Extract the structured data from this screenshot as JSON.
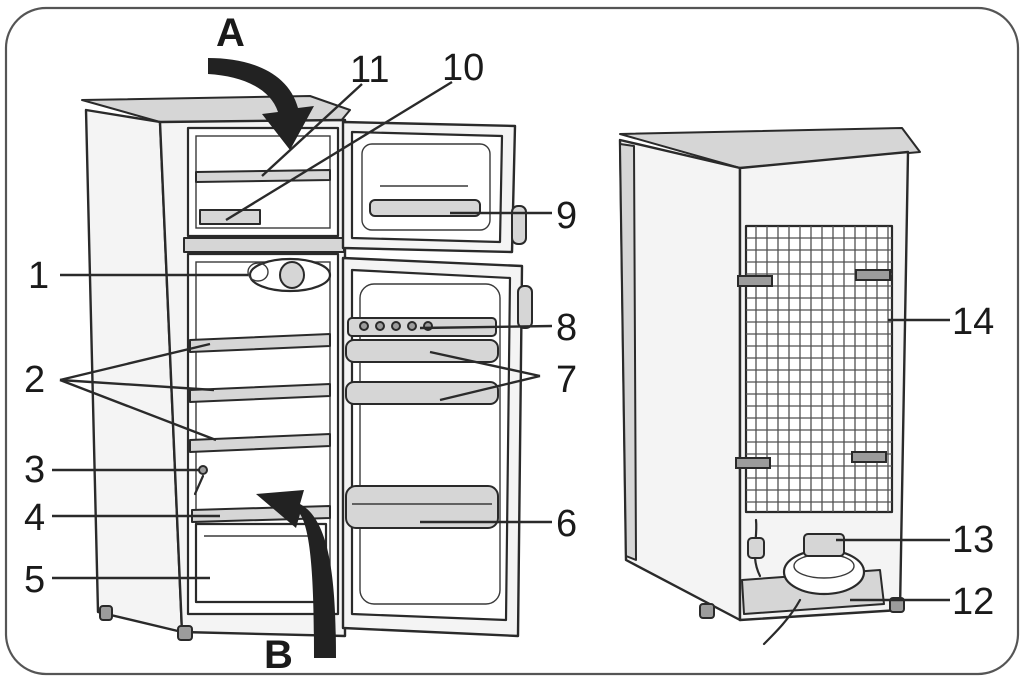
{
  "diagram": {
    "labels": {
      "a": "A",
      "b": "B",
      "n1": "1",
      "n2": "2",
      "n3": "3",
      "n4": "4",
      "n5": "5",
      "n6": "6",
      "n7": "7",
      "n8": "8",
      "n9": "9",
      "n10": "10",
      "n11": "11",
      "n12": "12",
      "n13": "13",
      "n14": "14"
    },
    "colors": {
      "line": "#2a2a2a",
      "fill": "#f4f4f4",
      "shade": "#d6d6d6",
      "airflow_arrow": "#222222"
    }
  }
}
